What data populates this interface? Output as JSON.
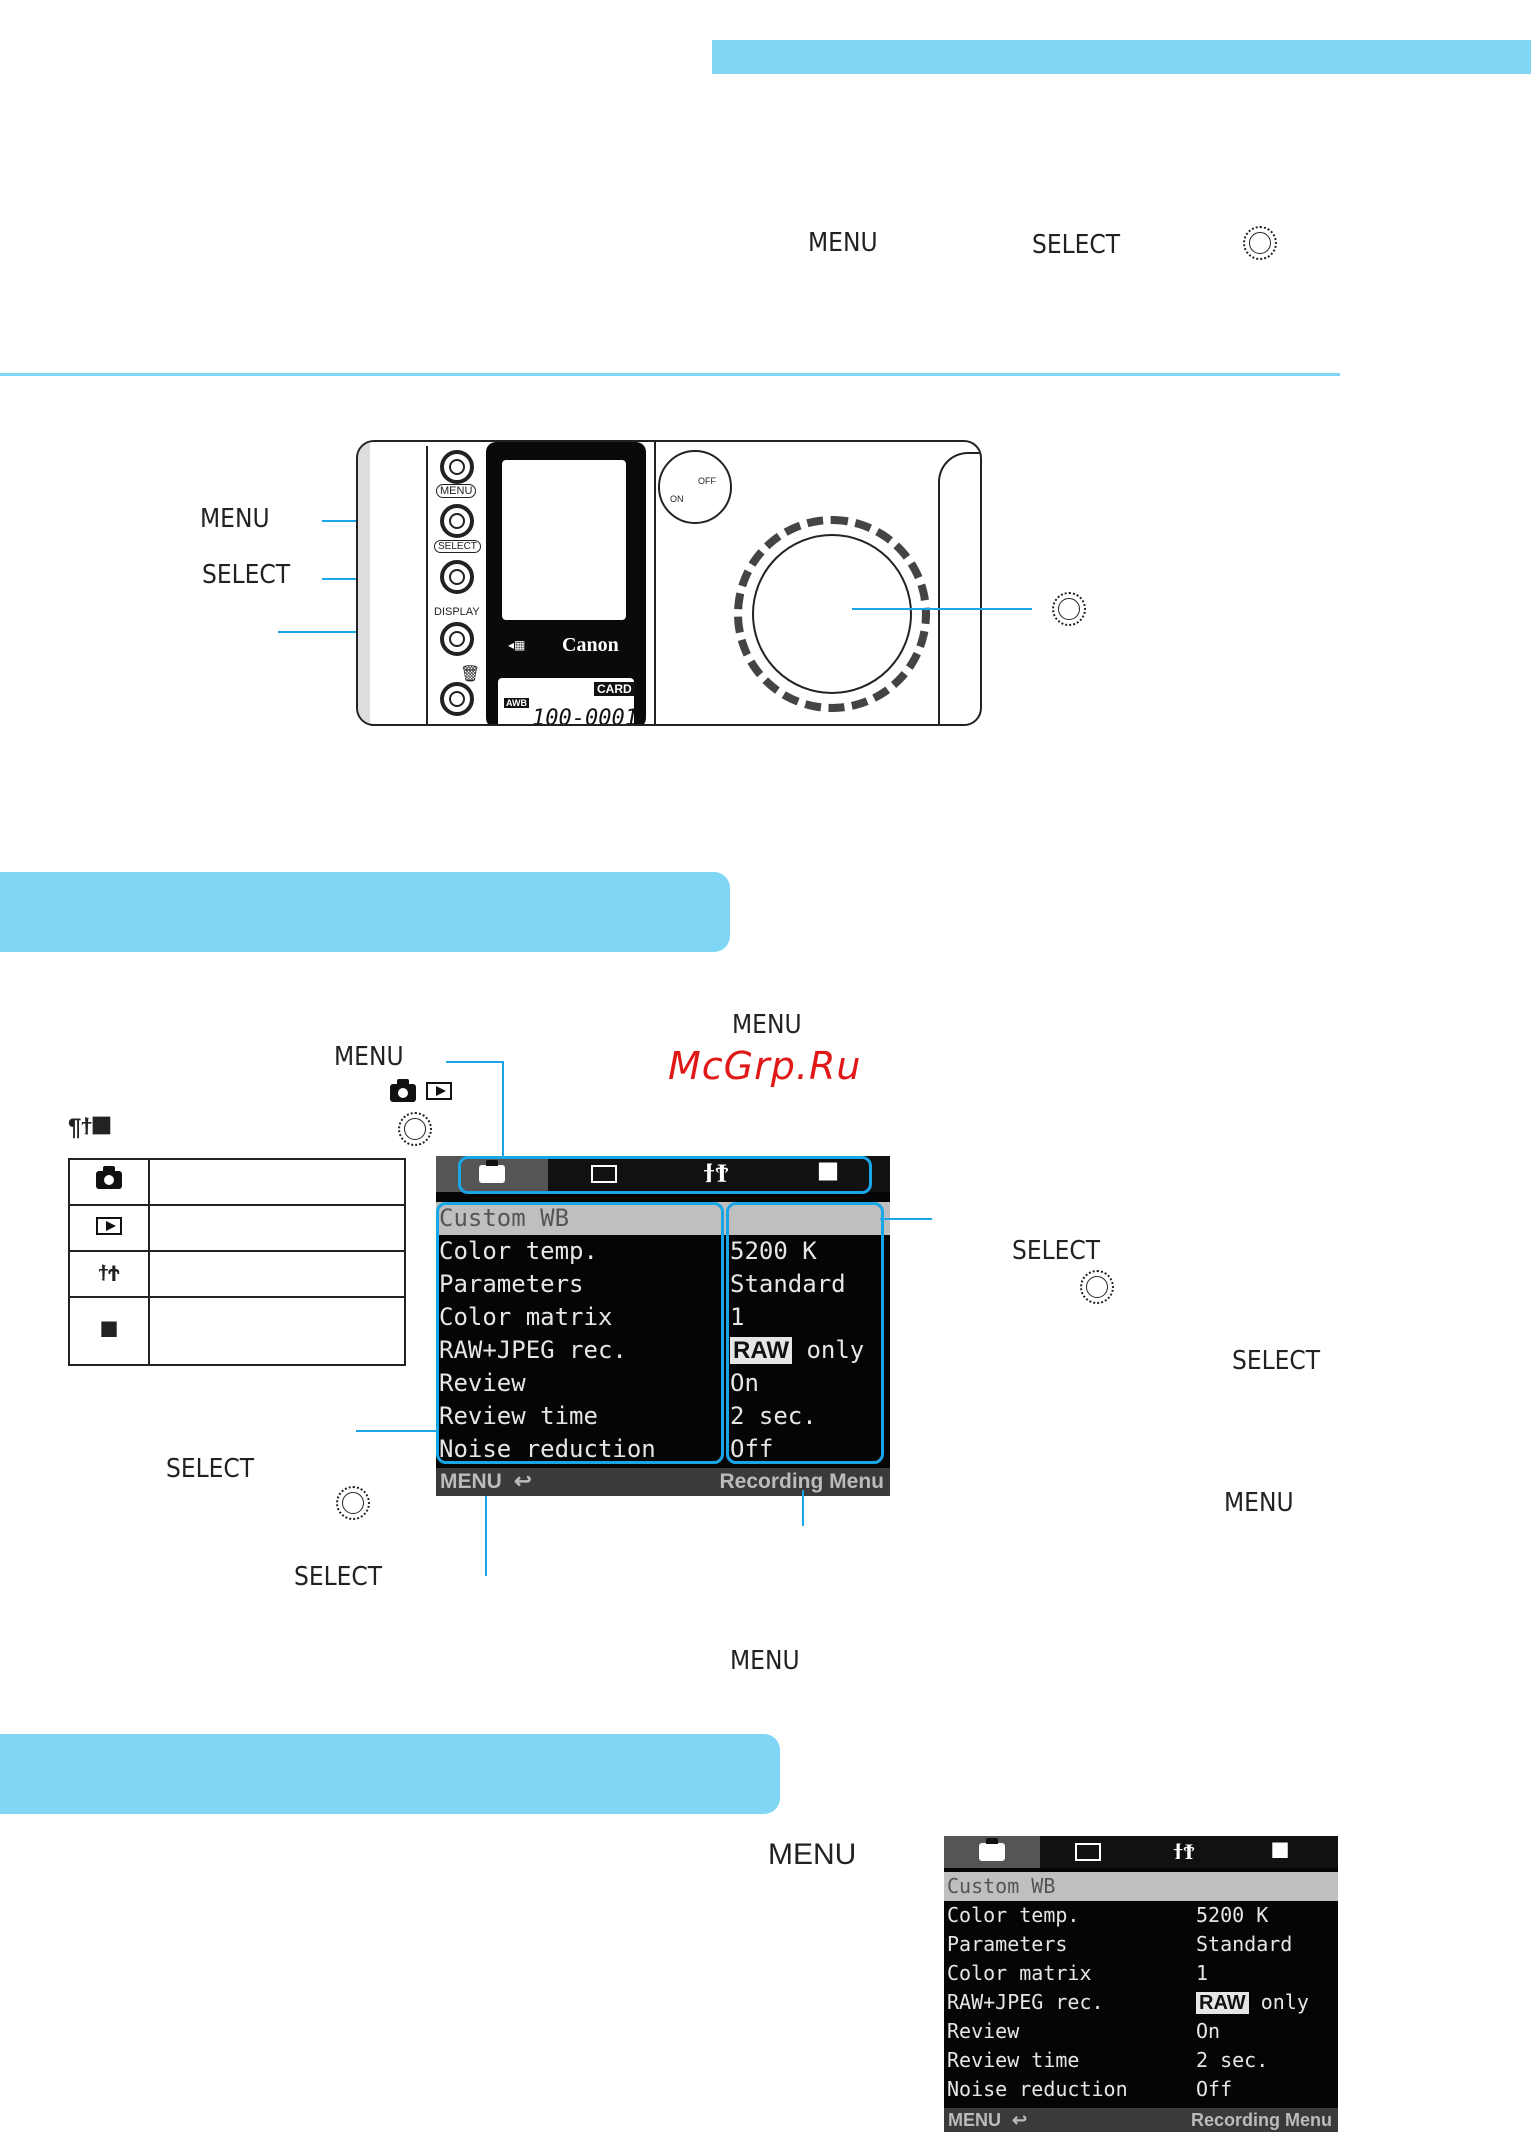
{
  "controls": {
    "menu": "MENU",
    "select": "SELECT"
  },
  "camera": {
    "btn_menu": "MENU",
    "btn_select": "SELECT",
    "btn_display": "DISPLAY",
    "brand": "Canon",
    "lcd_card": "CARD",
    "lcd_awb": "AWB",
    "lcd_digits": "100-0001",
    "power_on": "ON",
    "power_off": "OFF"
  },
  "watermark": "McGrp.Ru",
  "menu_screen": {
    "tabs": [
      "camera-tab-icon",
      "playback-tab-icon",
      "tools-tab-icon",
      "custom-tab-icon"
    ],
    "items": [
      {
        "label": "Custom WB",
        "value": ""
      },
      {
        "label": "Color temp.",
        "value": "5200 K"
      },
      {
        "label": "Parameters",
        "value": "Standard"
      },
      {
        "label": "Color matrix",
        "value": "1"
      },
      {
        "label": "RAW+JPEG rec.",
        "value_badge": "RAW",
        "value": "only"
      },
      {
        "label": "Review",
        "value": "On"
      },
      {
        "label": "Review time",
        "value": "2 sec."
      },
      {
        "label": "Noise reduction",
        "value": "Off"
      }
    ],
    "footer_left": "MENU",
    "footer_right": "Recording Menu"
  },
  "colors": {
    "accent": "#7fd6f5",
    "callout_line": "#1aa6e6"
  }
}
